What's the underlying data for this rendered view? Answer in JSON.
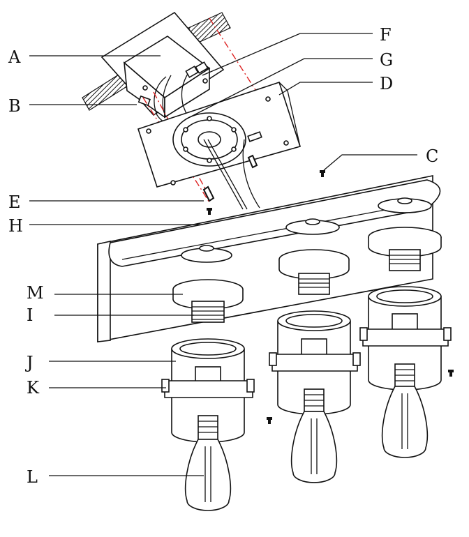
{
  "labels": {
    "A": "A",
    "B": "B",
    "C": "C",
    "D": "D",
    "E": "E",
    "F": "F",
    "G": "G",
    "H": "H",
    "I": "I",
    "J": "J",
    "K": "K",
    "L": "L",
    "M": "M"
  },
  "colors": {
    "line": "#111111",
    "guide": "#dd2222",
    "background": "#ffffff"
  }
}
